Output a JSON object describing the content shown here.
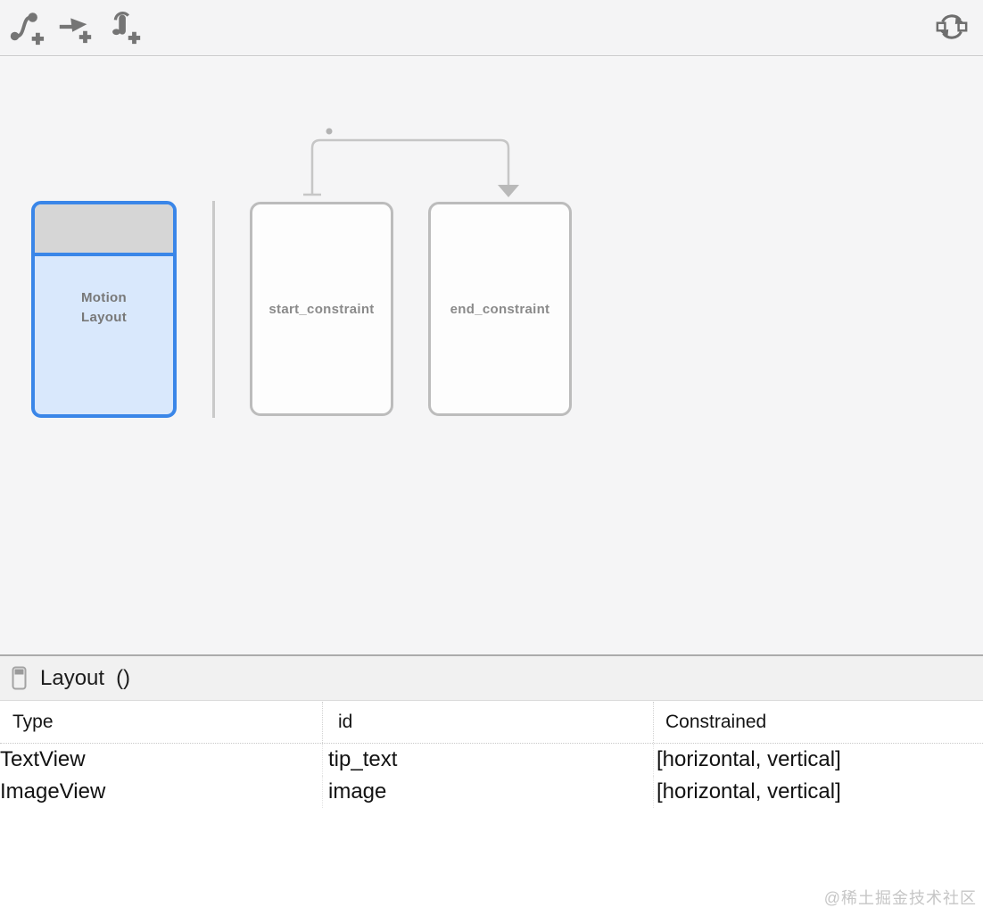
{
  "toolbar": {
    "icons": [
      {
        "name": "create-constraint-set-icon",
        "glyph": "curve-with-dots-plus"
      },
      {
        "name": "create-transition-icon",
        "glyph": "arrow-right-plus"
      },
      {
        "name": "create-click-handler-icon",
        "glyph": "tap-gesture-plus"
      },
      {
        "name": "cycle-layouts-icon",
        "glyph": "cycle-arrows-squares"
      }
    ]
  },
  "canvas": {
    "motion_layout_label": "Motion Layout",
    "constraint_sets": [
      {
        "id": "start_constraint"
      },
      {
        "id": "end_constraint"
      }
    ],
    "transition": {
      "from": "start_constraint",
      "to": "end_constraint"
    }
  },
  "panel": {
    "title": "Layout",
    "suffix": "()",
    "icon": "phone-icon"
  },
  "table": {
    "columns": [
      "Type",
      "id",
      "Constrained"
    ],
    "rows": [
      {
        "type": "TextView",
        "id": "tip_text",
        "constrained": "[horizontal, vertical]"
      },
      {
        "type": "ImageView",
        "id": "image",
        "constrained": "[horizontal, vertical]"
      }
    ]
  },
  "watermark": "@稀土掘金技术社区",
  "colors": {
    "accent_blue": "#3a86e8",
    "motion_card_body": "#d9e8fc",
    "motion_card_header": "#d6d6d6",
    "constraint_border": "#bcbcbc",
    "arrow_gray": "#c6c6c6",
    "icon_gray": "#757575",
    "toolbar_bg": "#f4f4f5",
    "canvas_bg": "#f5f5f6",
    "panel_bg": "#f1f1f1"
  }
}
